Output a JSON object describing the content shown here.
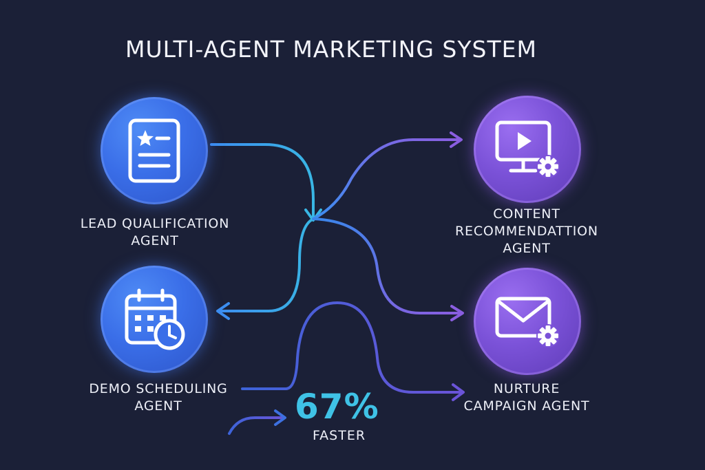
{
  "title": "MULTI-AGENT MARKETING SYSTEM",
  "agents": [
    {
      "label_line1": "LEAD QUALIFICATION",
      "label_line2": "AGENT",
      "icon": "document-star-icon",
      "color": "#3a6ee8"
    },
    {
      "label_line1": "DEMO SCHEDULING",
      "label_line2": "AGENT",
      "icon": "calendar-clock-icon",
      "color": "#3a6ee8"
    },
    {
      "label_line1": "CONTENT",
      "label_line2": "RECOMMENDATTION",
      "label_line3": "AGENT",
      "icon": "monitor-play-gear-icon",
      "color": "#7b52d8"
    },
    {
      "label_line1": "NURTURE",
      "label_line2": "CAMPAIGN AGENT",
      "icon": "envelope-gear-icon",
      "color": "#7b52d8"
    }
  ],
  "stat": {
    "value": "67%",
    "caption": "FASTER",
    "color": "#3fc2e6"
  },
  "colors": {
    "background": "#1b2037",
    "flow_blue": "#3aa6e6",
    "flow_purple": "#7b5cdc"
  }
}
